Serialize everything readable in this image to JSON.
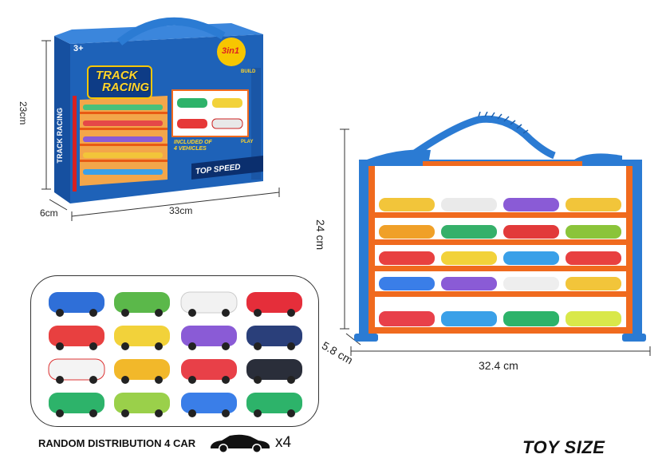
{
  "box": {
    "logo_line1": "TRACK",
    "logo_line2": "RACING",
    "side_logo": "TRACK RACING",
    "age_badge": "3+",
    "badge_3in1": "3in1",
    "top_speed": "TOP SPEED",
    "included_line1": "INCLUDED OF",
    "included_line2": "4 VEHICLES",
    "label_build": "BUILD",
    "label_play": "PLAY"
  },
  "dimensions": {
    "box_height": "23cm",
    "box_depth": "6cm",
    "box_width": "33cm",
    "rack_height": "24 cm",
    "rack_depth": "5.8 cm",
    "rack_width": "32.4 cm"
  },
  "footer": {
    "random_text": "RANDOM DISTRIBUTION 4 CAR",
    "car_count": "x4",
    "toy_size": "TOY SIZE"
  },
  "colors": {
    "orange": "#f06a1e",
    "blue": "#2b7bd3",
    "box_blue": "#1e62b8",
    "yellow": "#f7c600"
  }
}
